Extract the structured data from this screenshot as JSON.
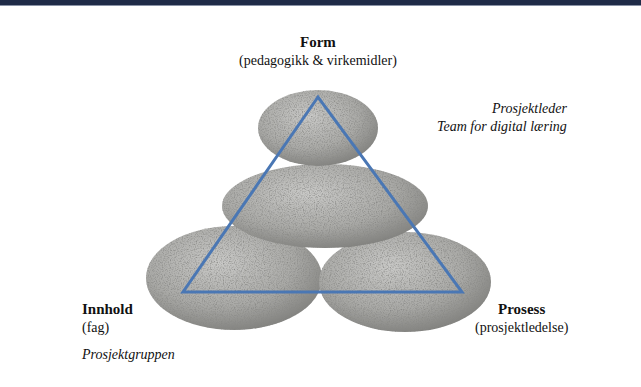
{
  "diagram": {
    "labels": [
      "Form",
      "(pedagogikk & virkemidler)",
      "Prosjektleder",
      "Team for digital læring",
      "Innhold",
      "(fag)",
      "Prosjektgruppen",
      "Prosess",
      "(prosjektledelse)"
    ]
  }
}
